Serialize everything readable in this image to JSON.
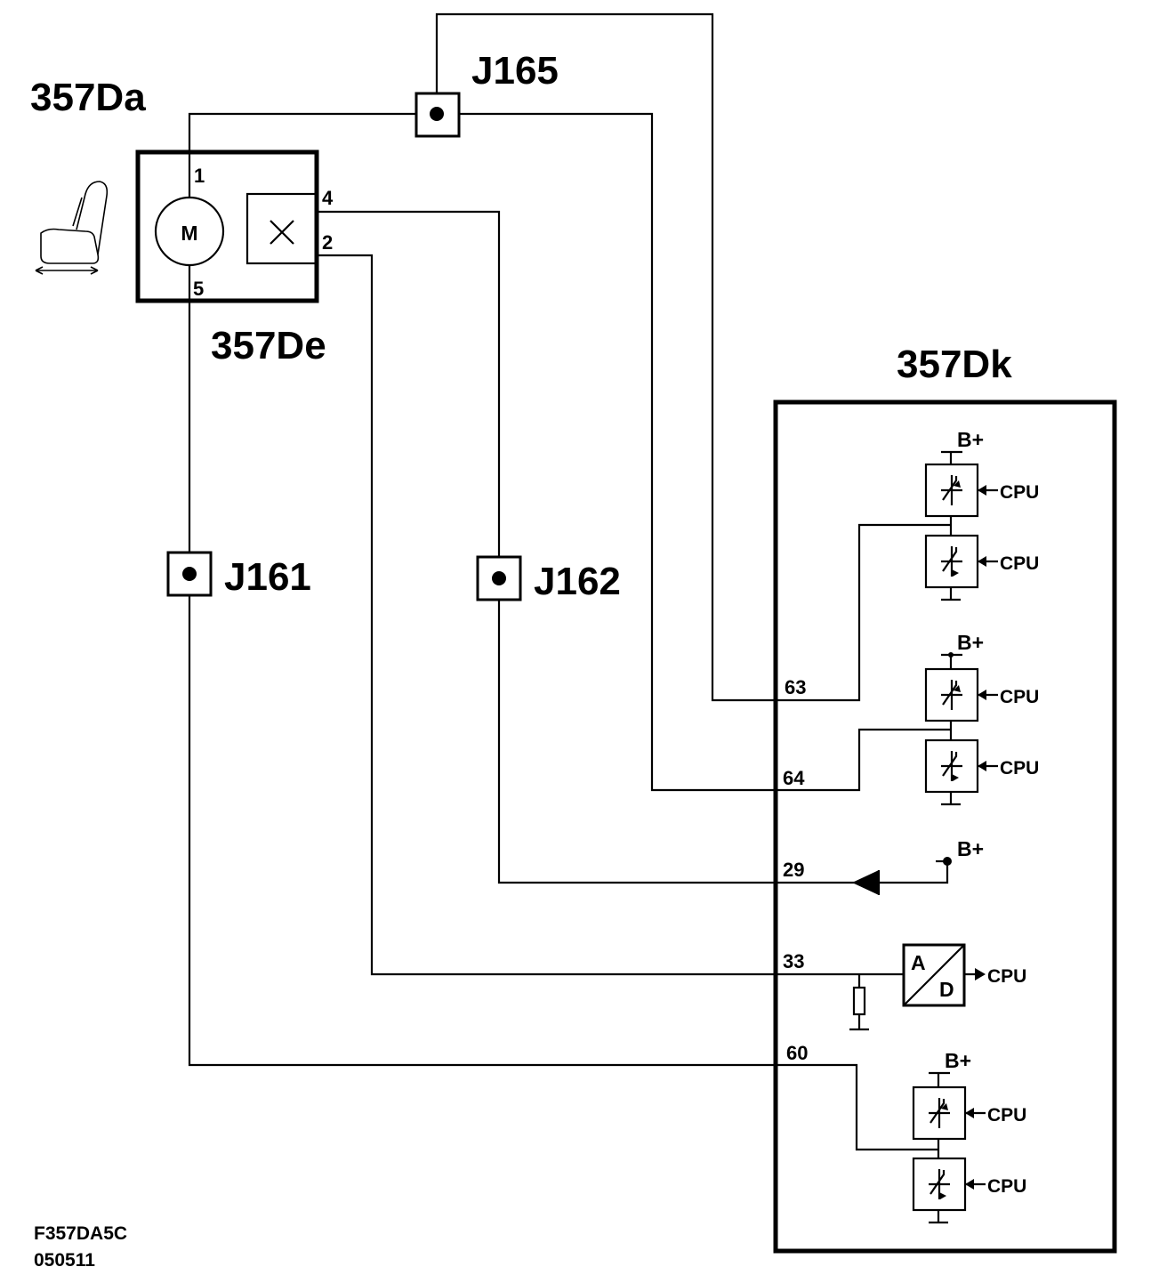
{
  "components": {
    "seat_motor": "357Da",
    "position_sensor": "357De",
    "control_unit": "357Dk"
  },
  "connectors": {
    "top": "J165",
    "left": "J161",
    "middle": "J162"
  },
  "motor": {
    "symbol": "M",
    "pin_top": "1",
    "pin_bottom": "5"
  },
  "sensor": {
    "pin_upper": "4",
    "pin_lower": "2"
  },
  "control_pins": {
    "p63": "63",
    "p64": "64",
    "p29": "29",
    "p33": "33",
    "p60": "60"
  },
  "labels": {
    "supply": "B+",
    "cpu": "CPU",
    "adc_a": "A",
    "adc_d": "D"
  },
  "footer": {
    "figure_code": "F357DA5C",
    "date_code": "050511"
  }
}
